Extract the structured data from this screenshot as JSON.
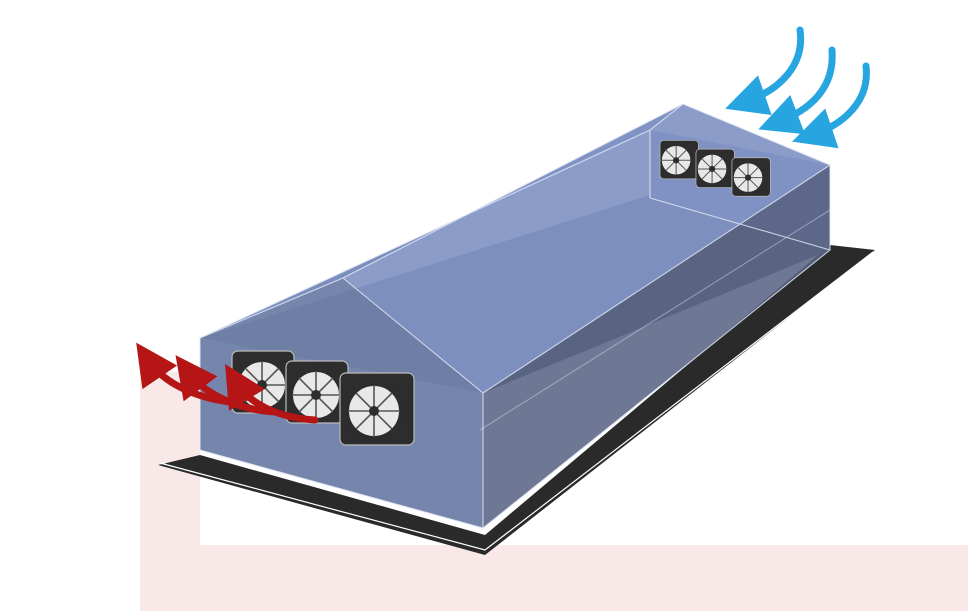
{
  "diagram": {
    "subject": "greenhouse-tunnel-ventilation",
    "intake_fan_count": 3,
    "exhaust_fan_count": 3,
    "intake_airflow_arrows": 3,
    "exhaust_airflow_arrows": 3
  },
  "colors": {
    "background_tint": "#f8e8e8",
    "ground_shadow": "#2a2a2a",
    "enclosure_fill": "#7b8fc0",
    "enclosure_floor": "#555c73",
    "enclosure_outline": "#e0e6f4",
    "fan_housing": "#2d2d2d",
    "fan_face": "#e8e8e8",
    "intake_arrow": "#27a5e0",
    "exhaust_arrow": "#b51515"
  }
}
